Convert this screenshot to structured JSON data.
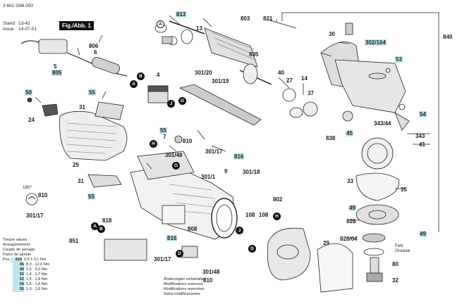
{
  "header": {
    "part_number": "3 601 G96 000",
    "stand_label": "Stand",
    "stand_value": "13-42",
    "issue_label": "Issue",
    "issue_value": "14-07-01",
    "figure_label": "Fig./Abb. 1"
  },
  "legend": {
    "title_lines": [
      "Torque values",
      "Anzugsmoment",
      "Couple de serrage",
      "Pares de apriete"
    ],
    "pos_label": "Pos",
    "rows": [
      {
        "pos": "816",
        "value": "0,5 ± 0,1 Nm"
      },
      {
        "pos": "45",
        "value": "8,0 - 12,0 Nm"
      },
      {
        "pos": "49",
        "value": "2,6 - 3,5 Nm"
      },
      {
        "pos": "50",
        "value": "1,4 - 1,7 Nm"
      },
      {
        "pos": "53",
        "value": "1,5 - 1,8 Nm"
      },
      {
        "pos": "54",
        "value": "1,5 - 1,8 Nm"
      },
      {
        "pos": "55",
        "value": "1,0 - 1,8 Nm"
      }
    ]
  },
  "notes": [
    "Änderungen vorbehalten",
    "Modifications reserved",
    "Modifications reservées",
    "Salvo modificaciones"
  ],
  "grease_label_1": "Fett",
  "grease_label_2": "Grease",
  "angle_label": "180°",
  "part_labels": {
    "p813": "813",
    "p803": "803",
    "p821": "821",
    "p30": "30",
    "p840": "840",
    "p13": "13",
    "p835": "835",
    "p302_104": "302/104",
    "p806": "806",
    "p6": "6",
    "p5": "5",
    "p805": "805",
    "p53": "53",
    "p40": "40",
    "p14": "14",
    "p27": "27",
    "p37": "37",
    "p4": "4",
    "p301_20": "301/20",
    "p301_19": "301/19",
    "p50": "50",
    "p55a": "55",
    "p31a": "31",
    "p24": "24",
    "p838": "838",
    "p45": "45",
    "p343_44": "343/44",
    "p54": "54",
    "p343": "343",
    "p41": "41",
    "p55b": "55",
    "p7": "7",
    "p810a": "810",
    "p301_17a": "301/17",
    "p816a": "816",
    "p301_48a": "301/48",
    "p25": "25",
    "p9": "9",
    "p301_18": "301/18",
    "p301_1": "301/1",
    "p31b": "31",
    "p55c": "55",
    "p33": "33",
    "p35": "35",
    "p810b": "810",
    "p301_17b": "301/17",
    "p802": "802",
    "p818": "818",
    "p108a": "108",
    "p108b": "108",
    "p808": "808",
    "p851": "851",
    "p816b": "816",
    "p828": "828",
    "p49a": "49",
    "p828_04": "828/04",
    "p49b": "49",
    "p301_17c": "301/17",
    "p29": "29",
    "p301_48b": "301/48",
    "p810c": "810",
    "p80": "80",
    "p32": "32"
  }
}
